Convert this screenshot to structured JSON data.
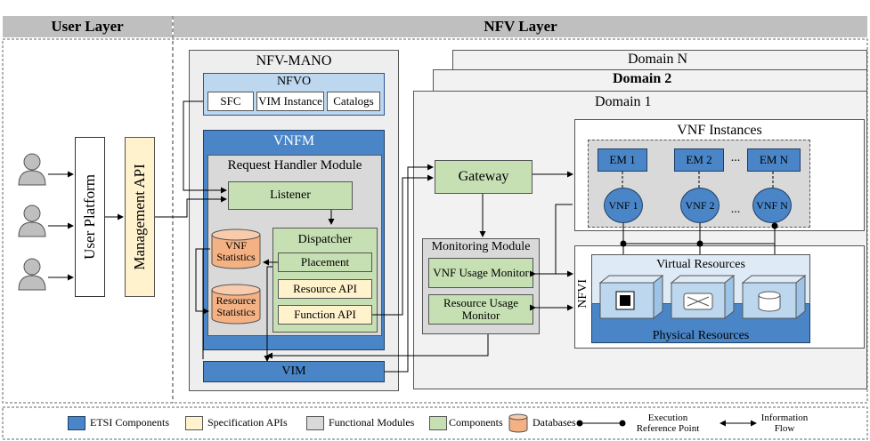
{
  "layers": {
    "user": "User Layer",
    "nfv": "NFV Layer"
  },
  "user_side": {
    "platform": "User Platform",
    "management_api": "Management API"
  },
  "mano": {
    "title": "NFV-MANO",
    "nfvo": {
      "title": "NFVO",
      "items": [
        "SFC",
        "VIM Instance",
        "Catalogs"
      ]
    },
    "vnfm": {
      "title": "VNFM",
      "rhm": {
        "title": "Request Handler Module",
        "listener": "Listener",
        "dispatcher": "Dispatcher",
        "placement": "Placement",
        "resource_api": "Resource API",
        "function_api": "Function API",
        "vnf_statistics": "VNF Statistics",
        "resource_statistics": "Resource Statistics"
      }
    },
    "vim": "VIM"
  },
  "domains": {
    "n": "Domain N",
    "two": "Domain 2",
    "one": "Domain 1"
  },
  "gateway": "Gateway",
  "monitoring": {
    "title": "Monitoring Module",
    "vnf_usage": "VNF Usage Monitor",
    "resource_usage": "Resource Usage Monitor"
  },
  "vnf_instances": {
    "title": "VNF Instances",
    "ems": [
      "EM 1",
      "EM 2",
      "EM N"
    ],
    "vnfs": [
      "VNF 1",
      "VNF 2",
      "VNF N"
    ],
    "ellipsis": "..."
  },
  "nfvi": {
    "label": "NFVI",
    "virtual": "Virtual Resources",
    "physical": "Physical Resources"
  },
  "legend": {
    "etsi": "ETSI Components",
    "spec": "Specification APIs",
    "functional": "Functional Modules",
    "components": "Components",
    "databases": "Databases",
    "execution_1": "Execution",
    "execution_2": "Reference Point",
    "information_1": "Information",
    "information_2": "Flow"
  },
  "colors": {
    "etsi": "#4a86c7",
    "spec": "#fff2cc",
    "functional": "#d9d9d9",
    "component": "#c6e0b4",
    "database": "#f4b183",
    "header": "#bfbfbf"
  }
}
